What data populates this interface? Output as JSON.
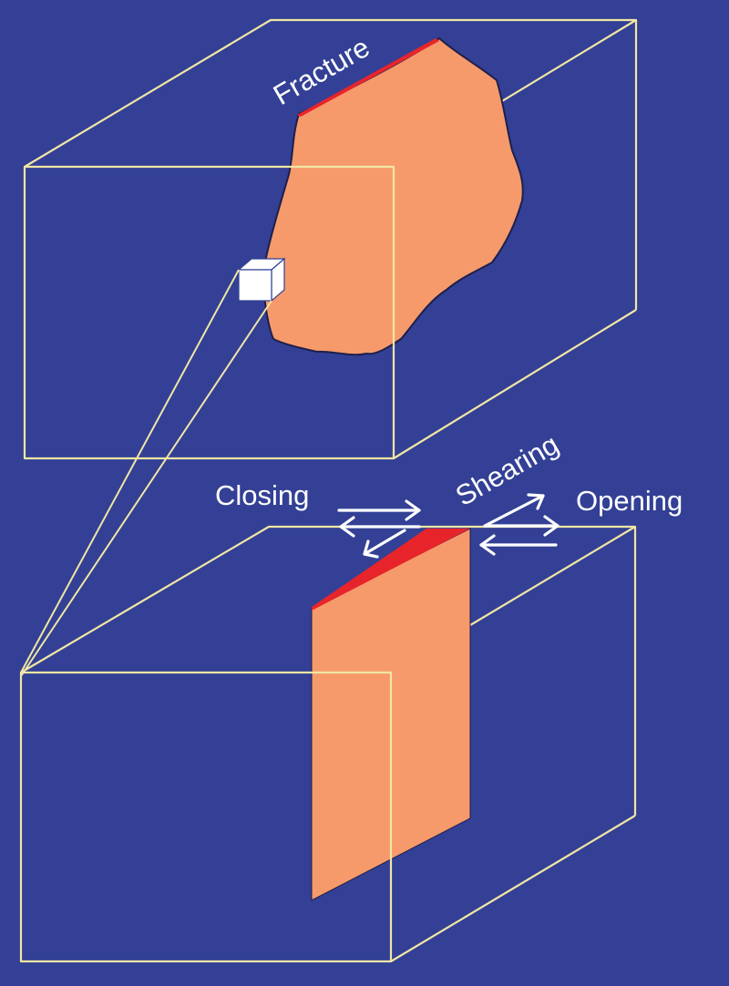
{
  "labels": {
    "fracture": "Fracture",
    "closing": "Closing",
    "shearing": "Shearing",
    "opening": "Opening"
  },
  "colors": {
    "background": "#334095",
    "box_edges": "#f0e6a4",
    "fracture_fill": "#f69a6c",
    "fracture_edge": "#e8242b",
    "fracture_outline": "#1f1f4a",
    "arrows": "#ffffff",
    "small_cube": "#ffffff"
  }
}
